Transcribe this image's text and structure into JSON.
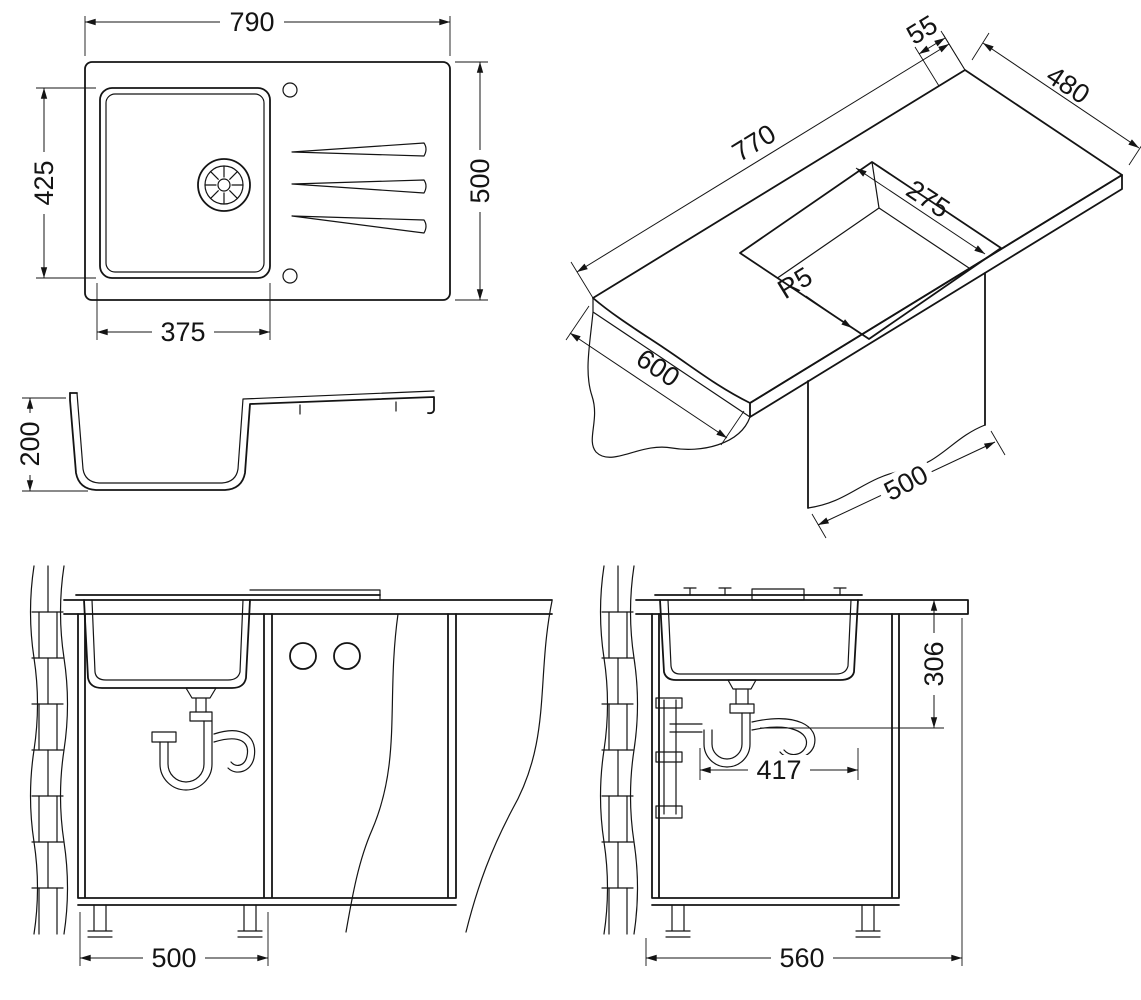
{
  "views": {
    "top": {
      "width": "790",
      "depth": "500",
      "bowl_length": "425",
      "bowl_width": "375"
    },
    "section": {
      "depth": "200"
    },
    "iso": {
      "rim": "55",
      "width": "480",
      "length": "770",
      "bowl": "275",
      "radius": "R5",
      "counter_depth": "600",
      "cabinet_depth": "500"
    },
    "front": {
      "cabinet_width": "500"
    },
    "side": {
      "drain_height": "306",
      "drain_distance": "417",
      "depth": "560"
    }
  }
}
